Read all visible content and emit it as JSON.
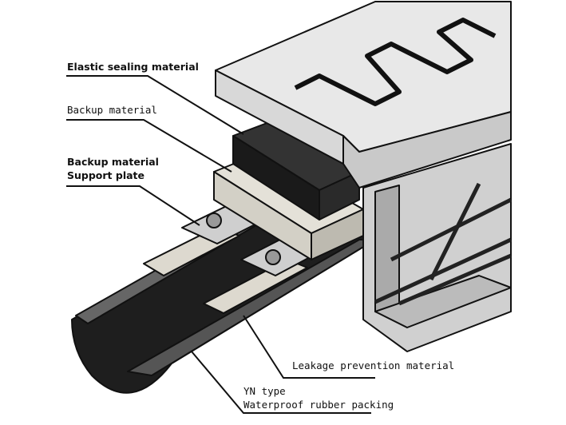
{
  "labels": {
    "elastic_sealing": "Elastic sealing material",
    "backup": "Backup material",
    "backup_support_line1": "Backup material",
    "backup_support_line2": "Support plate",
    "leakage": "Leakage prevention material",
    "packing_line1": "YN type",
    "packing_line2": "Waterproof rubber packing"
  },
  "colors": {
    "ink": "#111111",
    "concrete": "#e6e6e6",
    "rubber": "#1e1e1e",
    "foam": "#dcdcd4",
    "plate": "#cfcfcf"
  }
}
